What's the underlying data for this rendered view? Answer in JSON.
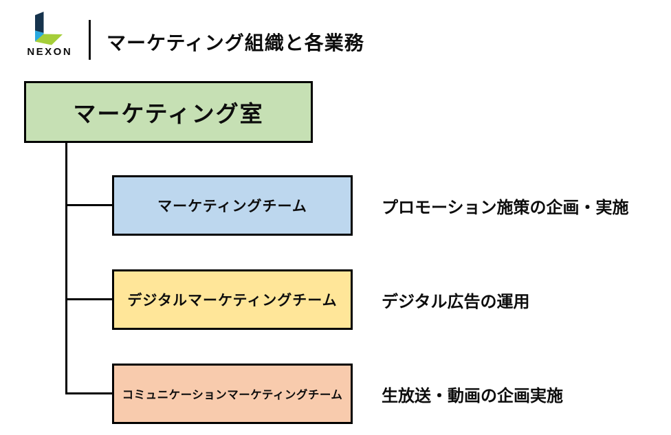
{
  "header": {
    "logo": {
      "brand": "NEXON",
      "colors": {
        "navy": "#16334d",
        "cyan": "#29a9e0",
        "green": "#a5ce39"
      }
    },
    "title": "マーケティング組織と各業務"
  },
  "chart": {
    "root": {
      "label": "マーケティング室",
      "fill": "#c6e0b4"
    },
    "teams": [
      {
        "label": "マーケティングチーム",
        "fill": "#bdd7ee",
        "description": "プロモーション施策の企画・実施"
      },
      {
        "label": "デジタルマーケティングチーム",
        "fill": "#ffe699",
        "description": "デジタル広告の運用"
      },
      {
        "label": "コミュニケーションマーケティングチーム",
        "fill": "#f8cbad",
        "description": "生放送・動画の企画実施"
      }
    ],
    "line_color": "#000000",
    "border_color": "#000000"
  }
}
